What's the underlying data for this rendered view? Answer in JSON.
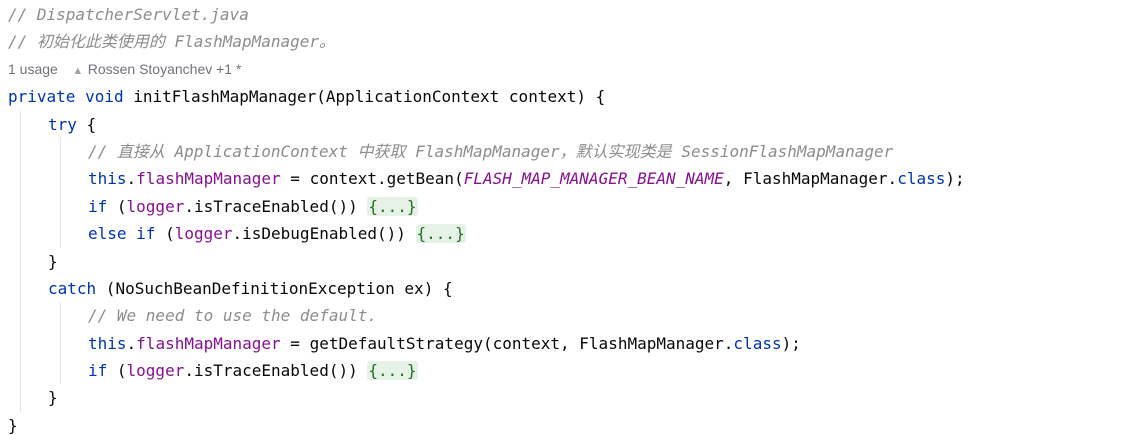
{
  "comments": {
    "file_name": "// DispatcherServlet.java",
    "description": "// 初始化此类使用的 FlashMapManager。",
    "get_bean": "// 直接从 ApplicationContext 中获取 FlashMapManager，默认实现类是 SessionFlashMapManager",
    "default": "// We need to use the default."
  },
  "inlay_hints": {
    "usages": "1 usage",
    "author_icon": "person-icon",
    "authors": "Rossen Stoyanchev +1 *"
  },
  "code": {
    "kw_private": "private",
    "kw_void": "void",
    "method_signature": " initFlashMapManager(ApplicationContext context) {",
    "kw_try": "try",
    "brace_open": " {",
    "kw_this": "this",
    "dot": ".",
    "field_flash_map_manager": "flashMapManager",
    "assign_get_bean": " = context.getBean(",
    "const_bean_name": "FLASH_MAP_MANAGER_BEAN_NAME",
    "class_arg": ", FlashMapManager.",
    "kw_class": "class",
    "close_stmt": ");",
    "kw_if": "if",
    "paren_open": " (",
    "field_logger": "logger",
    "is_trace_enabled": ".isTraceEnabled()) ",
    "is_debug_enabled": ".isDebugEnabled()) ",
    "kw_else": "else",
    "fold_placeholder": "{...}",
    "brace_close": "}",
    "kw_catch": "catch",
    "catch_clause": " (NoSuchBeanDefinitionException ex) {",
    "assign_default_strategy": " = getDefaultStrategy(context, FlashMapManager."
  },
  "colors": {
    "keyword": "#0033b3",
    "comment": "#8c8c8c",
    "field": "#871094",
    "fold_background": "#e6f2e6",
    "fold_text": "#216e21",
    "inlay": "#6f737a"
  }
}
